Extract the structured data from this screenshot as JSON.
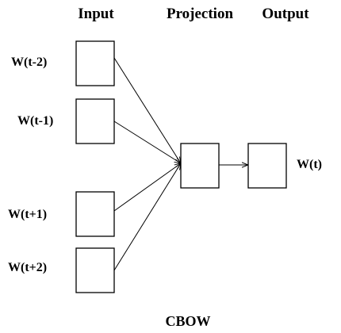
{
  "headers": {
    "input": "Input",
    "projection": "Projection",
    "output": "Output"
  },
  "input_words": [
    "W(t-2)",
    "W(t-1)",
    "W(t+1)",
    "W(t+2)"
  ],
  "output_word": "W(t)",
  "caption": "CBOW",
  "colors": {
    "stroke": "#000000",
    "background": "#ffffff"
  }
}
